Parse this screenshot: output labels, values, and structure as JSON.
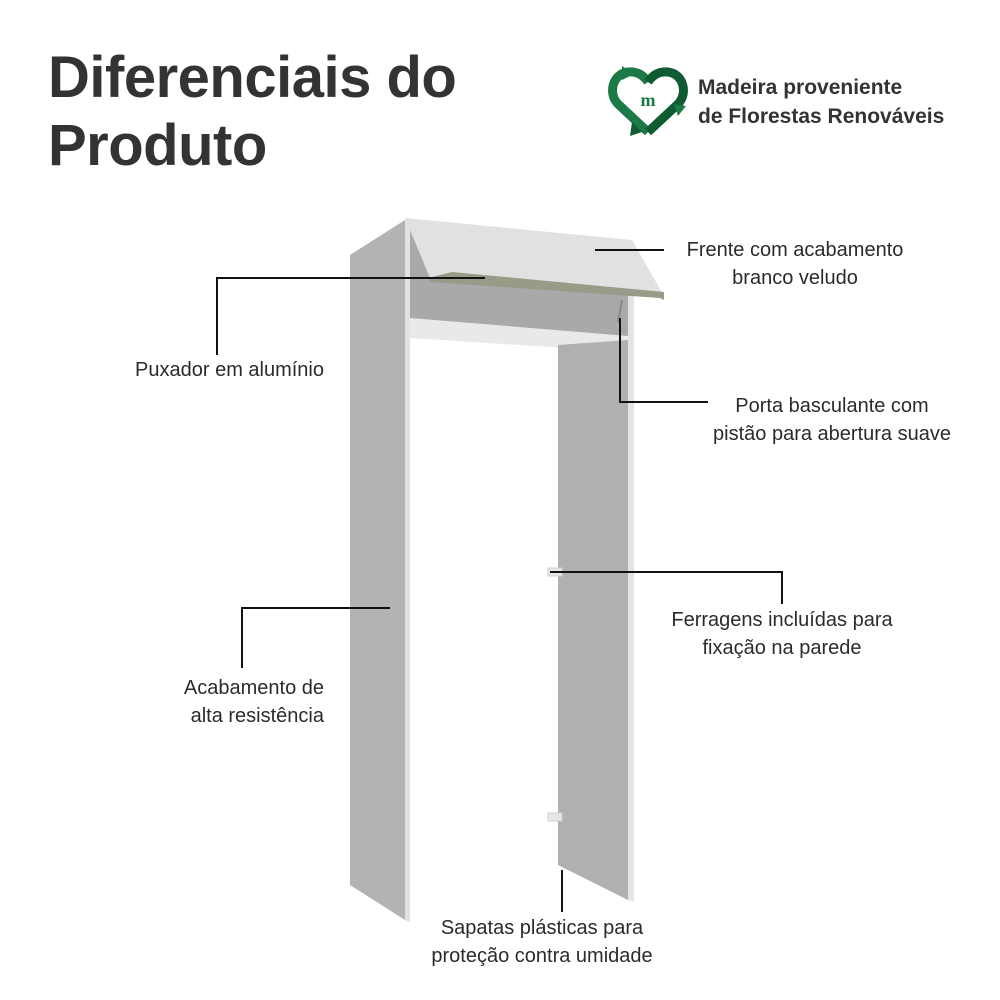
{
  "header": {
    "title_line1": "Diferenciais do",
    "title_line2": "Produto"
  },
  "badge": {
    "icon": "recycle-heart-m-icon",
    "color": "#1b7a45",
    "line1": "Madeira proveniente",
    "line2": "de Florestas Renováveis"
  },
  "features": [
    {
      "id": "frente",
      "line1": "Frente com acabamento",
      "line2": "branco veludo"
    },
    {
      "id": "puxador",
      "line1": "Puxador em alumínio"
    },
    {
      "id": "porta",
      "line1": "Porta basculante com",
      "line2": "pistão para abertura suave"
    },
    {
      "id": "ferragens",
      "line1": "Ferragens incluídas para",
      "line2": "fixação na parede"
    },
    {
      "id": "acabamento",
      "line1": "Acabamento de",
      "line2": "alta resistência"
    },
    {
      "id": "sapatas",
      "line1": "Sapatas plásticas para",
      "line2": "proteção contra umidade"
    }
  ]
}
